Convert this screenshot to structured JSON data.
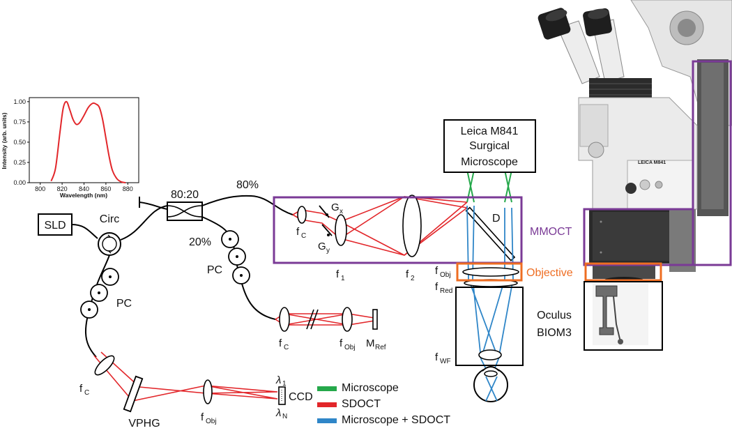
{
  "inset_plot": {
    "xlabel": "Wavelength (nm)",
    "ylabel": "Intensity (arb. units)",
    "x_ticks": [
      "800",
      "820",
      "840",
      "860",
      "880"
    ],
    "y_ticks": [
      "0.00",
      "0.25",
      "0.50",
      "0.75",
      "1.00"
    ],
    "line_color": "#e2262a"
  },
  "chart_data": {
    "type": "line",
    "xlabel": "Wavelength (nm)",
    "ylabel": "Intensity (arb. units)",
    "xlim": [
      790,
      890
    ],
    "ylim": [
      0,
      1.05
    ],
    "x": [
      810,
      814,
      818,
      821,
      824,
      827,
      830,
      833,
      836,
      840,
      844,
      848,
      851,
      854,
      857,
      860,
      863,
      866,
      870,
      874,
      878
    ],
    "y": [
      0.02,
      0.18,
      0.62,
      0.92,
      1.0,
      0.9,
      0.78,
      0.72,
      0.74,
      0.83,
      0.93,
      0.98,
      0.97,
      0.93,
      0.78,
      0.55,
      0.32,
      0.15,
      0.05,
      0.01,
      0.0
    ]
  },
  "labels": {
    "sld": "SLD",
    "circ": "Circ",
    "coupler": "80:20",
    "pct80": "80%",
    "pct20": "20%",
    "pc": "PC",
    "f": "f",
    "sub_c": "C",
    "sub_obj": "Obj",
    "sub_red": "Red",
    "sub_wf": "WF",
    "sub_ref": "Ref",
    "sub_x": "x",
    "sub_y": "y",
    "sub_1": "1",
    "sub_2": "2",
    "sub_n": "N",
    "G": "G",
    "M": "M",
    "D": "D",
    "vphg": "VPHG",
    "ccd": "CCD",
    "lambda": "λ",
    "microscope_line1": "Leica M841",
    "microscope_line2": "Surgical",
    "microscope_line3": "Microscope",
    "mmoct": "MMOCT",
    "objective": "Objective",
    "oculus_line1": "Oculus",
    "oculus_line2": "BIOM3",
    "leica_logo": "LEICA M841"
  },
  "legend": [
    {
      "label": "Microscope",
      "color": "#25a84b"
    },
    {
      "label": "SDOCT",
      "color": "#e2262a"
    },
    {
      "label": "Microscope + SDOCT",
      "color": "#2f86c8"
    }
  ],
  "colors": {
    "mmoct": "#7a3a96",
    "objective": "#ee6d22",
    "microscope_body": "#e9e9e9",
    "microscope_dark": "#2c2c2c"
  }
}
